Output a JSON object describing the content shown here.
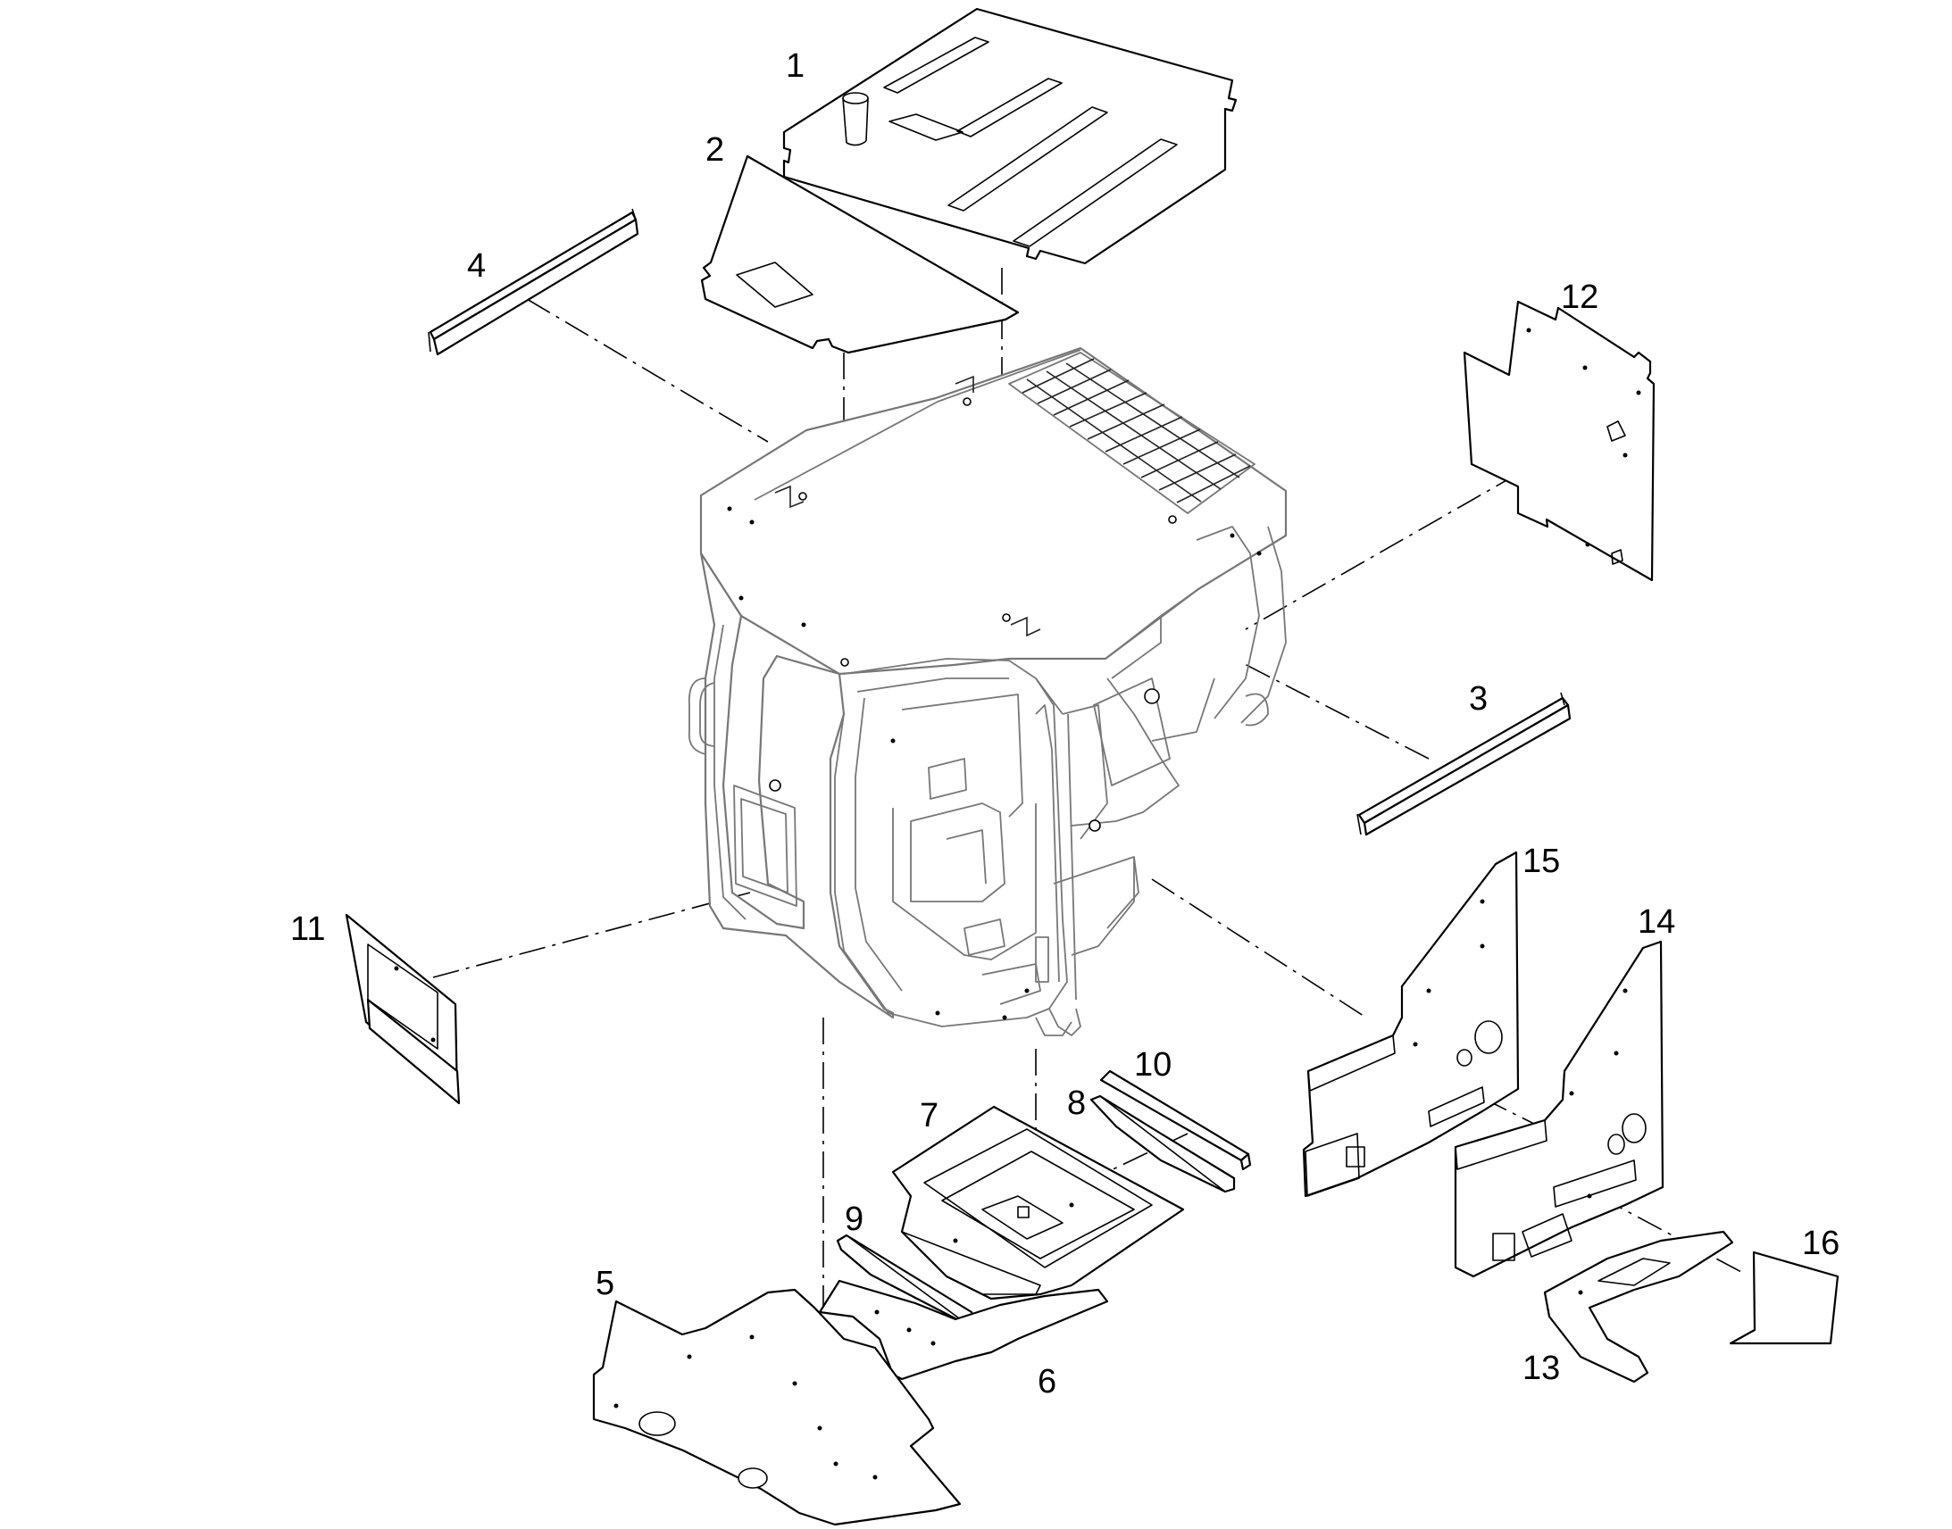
{
  "callouts": [
    {
      "id": "1",
      "text": "1"
    },
    {
      "id": "2",
      "text": "2"
    },
    {
      "id": "3",
      "text": "3"
    },
    {
      "id": "4",
      "text": "4"
    },
    {
      "id": "5",
      "text": "5"
    },
    {
      "id": "6",
      "text": "6"
    },
    {
      "id": "7",
      "text": "7"
    },
    {
      "id": "8",
      "text": "8"
    },
    {
      "id": "9",
      "text": "9"
    },
    {
      "id": "10",
      "text": "10"
    },
    {
      "id": "11",
      "text": "11"
    },
    {
      "id": "12",
      "text": "12"
    },
    {
      "id": "13",
      "text": "13"
    },
    {
      "id": "14",
      "text": "14"
    },
    {
      "id": "15",
      "text": "15"
    },
    {
      "id": "16",
      "text": "16"
    }
  ],
  "colors": {
    "background": "#ffffff",
    "part_stroke": "#000000",
    "cab_stroke": "#777777"
  }
}
